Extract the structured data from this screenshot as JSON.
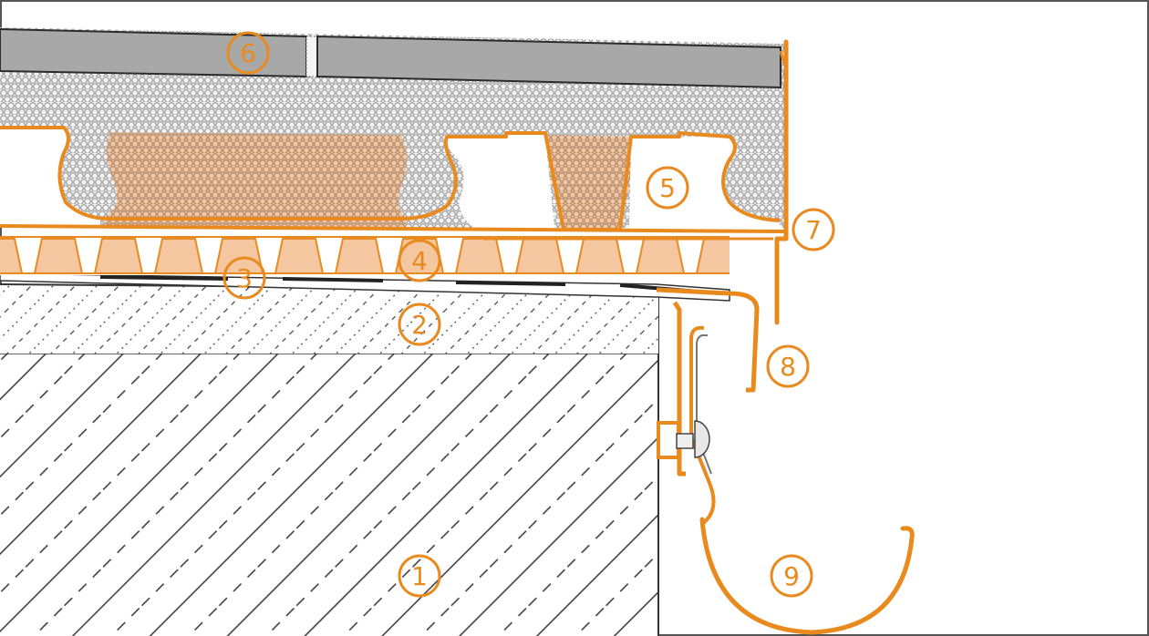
{
  "colors": {
    "orange": "#e98a1e",
    "orange_fill": "#f5c7a0",
    "tile_gray": "#a8a8a8",
    "mortar_gray": "#eeeeee",
    "hatch": "#333333",
    "outline": "#2b2b2b"
  },
  "callouts": [
    {
      "id": "1",
      "label": "1"
    },
    {
      "id": "2",
      "label": "2"
    },
    {
      "id": "3",
      "label": "3"
    },
    {
      "id": "4",
      "label": "4"
    },
    {
      "id": "5",
      "label": "5"
    },
    {
      "id": "6",
      "label": "6"
    },
    {
      "id": "7",
      "label": "7"
    },
    {
      "id": "8",
      "label": "8"
    },
    {
      "id": "9",
      "label": "9"
    }
  ],
  "components": {
    "substrate": "concrete-slab",
    "screed": "screed-layer",
    "waterproofing": "waterproofing-membrane",
    "drainage": "drainage-mat",
    "bedding": "bedding-mortar-with-support",
    "surface": "tile-covering",
    "edge_profile": "edge-trim-profile",
    "drip_profile": "drip-edge-profile",
    "gutter": "gutter"
  }
}
